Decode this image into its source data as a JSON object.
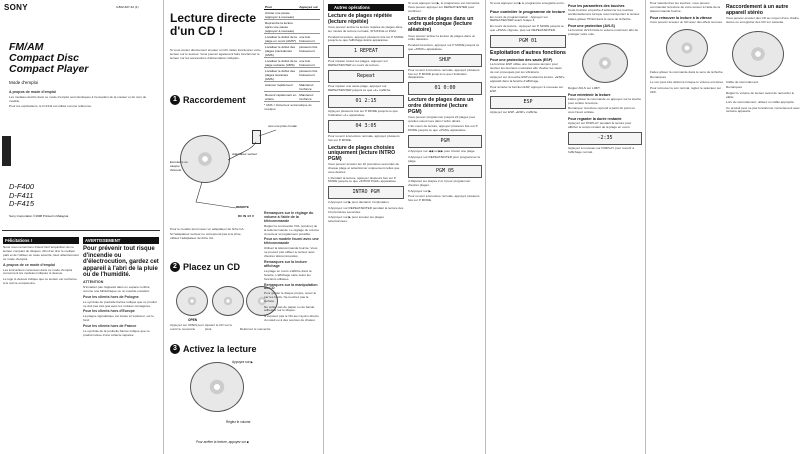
{
  "cover": {
    "brand": "SONY",
    "code": "3-862-607-32 (1)",
    "title_lines": [
      "FM/AM",
      "Compact Disc",
      "Compact Player"
    ],
    "subtitle": "Mode d'emploi",
    "models": [
      "D-F400",
      "D-F411",
      "D-F415"
    ],
    "copyright": "Sony Corporation ©1998 Printed in Malaysia",
    "intro_heading": "A propos de mode d'emploi",
    "intro_heading2": "A propos de ce mode d'emploi",
    "felicitations": "Félicitations !",
    "avertissement": "AVERTISSEMENT",
    "warning_big": "Pour prévenir tout risque d'incendie ou d'électrocution, gardez cet appareil à l'abri de la pluie ou de l'humidité.",
    "attention": "ATTENTION",
    "clients_pologne": "Pour les clients hors de Pologne",
    "clients_europe": "Pour les clients hors d'Europe",
    "clients_france": "Pour les clients hors de France"
  },
  "main": {
    "title": "Lecture directe d'un CD !",
    "step1": "Raccordement",
    "step2": "Placez un CD",
    "step3": "Activez la lecture",
    "labels": {
      "vers_sortie": "vers une prise murale",
      "adaptateur": "Adaptateur secteur",
      "ecouteurs": "Ecouteurs ou casque d'écoute",
      "remote": "REMOTE",
      "dc_in": "DC IN 4.5 V",
      "open": "OPEN",
      "appuyez_open": "Appuyez sur OPEN pour ouvrir le couvercle",
      "ajustez": "Ajustez le CD sur le pivot",
      "refermez": "Refermez le couvercle",
      "appuyez_play": "Appuyez sur",
      "reglez": "Réglez le volume.",
      "arret": "Pour arrêter la lecture, appuyez sur"
    },
    "table_head": [
      "Pour",
      "Appuyez sur"
    ],
    "table_rows": [
      [
        "Arrêter une pause (appuyez à nouveau)",
        ""
      ],
      [
        "Reprendre la lecture après une pause (appuyez à nouveau)",
        ""
      ],
      [
        "Localiser le début de la plage en cours (AMS*)",
        "une fois brièvement"
      ],
      [
        "Localiser le début des plages précédentes (AMS)",
        "plusieurs fois brièvement"
      ],
      [
        "Localiser le début de la plage suivante (AMS)",
        "une fois brièvement"
      ],
      [
        "Localiser le début des plages suivantes (AMS)",
        "plusieurs fois brièvement"
      ],
      [
        "Avancer rapidement",
        "Maintenez l'enfoncé"
      ],
      [
        "Revenir rapidement en arrière",
        "Maintenez l'enfoncé"
      ]
    ],
    "footnote": "* AMS = Détecteur automatique de musique"
  },
  "col3": {
    "autres": "Autres opérations",
    "h1": "Lecture de plages répétée (lecture répétée)",
    "h2": "Lecture de plages dans un ordre quelconque (lecture aléatoire)",
    "h3": "Lecture de plages choisies uniquement (lecture INTRO PGM)",
    "h4": "Lecture de plages dans un ordre déterminé (lecture PGM)"
  },
  "col4": {
    "h1": "Pour contrôler le programme de lecture",
    "h2": "Exploitation d'autres fonctions",
    "h3": "Pour une protection des sauts (ESP)",
    "h4": "Pour une protection (AVLS)",
    "h5": "Pour les paramètres des touches",
    "h6": "Pour entretenir la lecture",
    "h7": "Pour regarder la durée restante"
  },
  "col5": {
    "h1": "Raccordement à un autre appareil stéréo",
    "h2": "Pour retrouver la lecture à la vitesse"
  }
}
